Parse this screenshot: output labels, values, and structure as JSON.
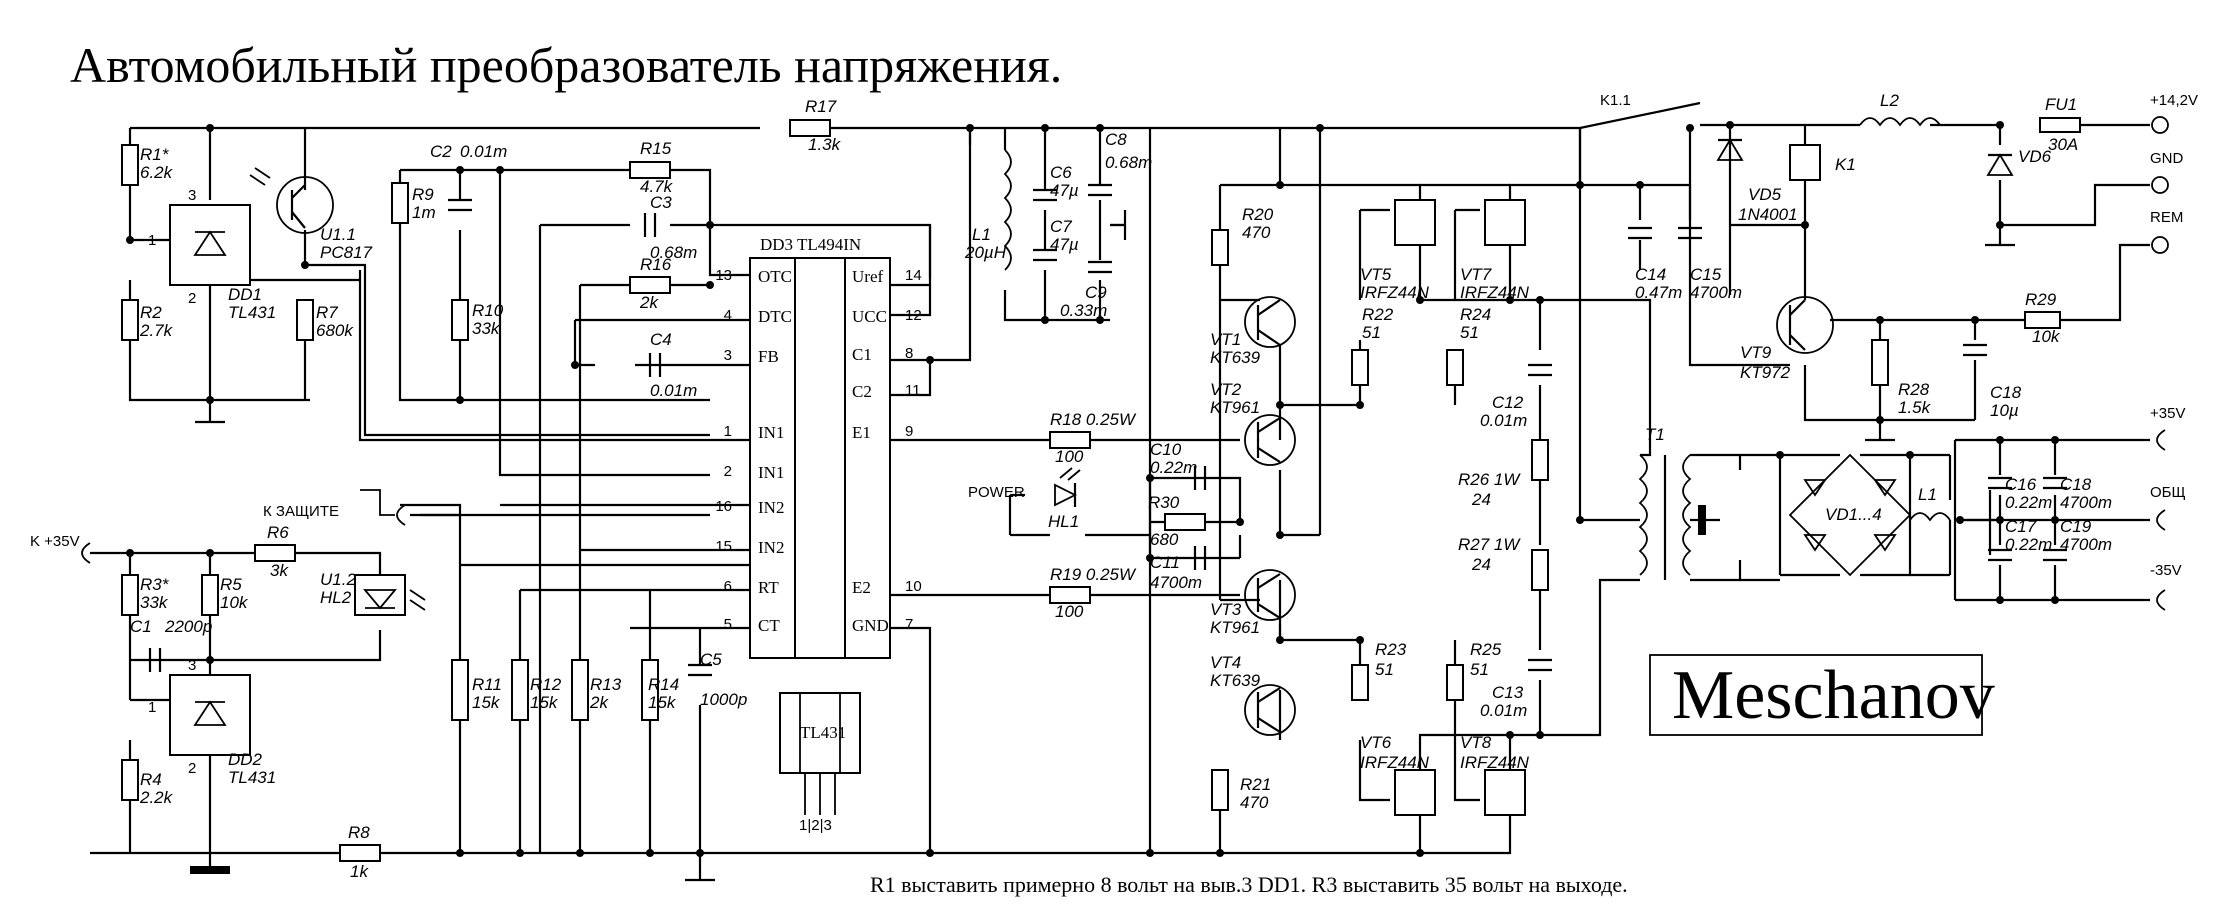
{
  "title": "Автомобильный преобразователь напряжения.",
  "signature": "Meschanov",
  "note": "R1 выставить примерно 8 вольт на выв.3 DD1.  R3 выставить 35 вольт на выходе.",
  "terminals": {
    "p14": "+14,2V",
    "gnd": "GND",
    "rem": "REM",
    "p35": "+35V",
    "obsh": "ОБЩ",
    "m35": "-35V",
    "k35": "K +35V",
    "prot": "К ЗАЩИТЕ",
    "power": "POWER",
    "k11": "K1.1"
  },
  "ic": {
    "name": "DD3  TL494IN",
    "left_pins": [
      {
        "num": "13",
        "name": "OTC"
      },
      {
        "num": "4",
        "name": "DTC"
      },
      {
        "num": "3",
        "name": "FB"
      },
      {
        "num": "1",
        "name": "IN1"
      },
      {
        "num": "2",
        "name": "IN1"
      },
      {
        "num": "16",
        "name": "IN2"
      },
      {
        "num": "15",
        "name": "IN2"
      },
      {
        "num": "6",
        "name": "RT"
      },
      {
        "num": "5",
        "name": "CT"
      }
    ],
    "right_pins": [
      {
        "num": "14",
        "name": "Uref"
      },
      {
        "num": "12",
        "name": "UCC"
      },
      {
        "num": "8",
        "name": "C1"
      },
      {
        "num": "11",
        "name": "C2"
      },
      {
        "num": "9",
        "name": "E1"
      },
      {
        "num": "10",
        "name": "E2"
      },
      {
        "num": "7",
        "name": "GND"
      }
    ]
  },
  "tl431_pkg": {
    "label": "TL431",
    "pins": "1|2|3"
  },
  "dd1": {
    "ref": "DD1",
    "part": "TL431",
    "pins": [
      "3",
      "1",
      "2"
    ]
  },
  "dd2": {
    "ref": "DD2",
    "part": "TL431",
    "pins": [
      "3",
      "1",
      "2"
    ]
  },
  "components": {
    "R1": [
      "R1*",
      "6.2k"
    ],
    "R2": [
      "R2",
      "2.7k"
    ],
    "R7": [
      "R7",
      "680k"
    ],
    "U11": [
      "U1.1",
      "PC817"
    ],
    "R9": [
      "R9",
      "1m"
    ],
    "C2": [
      "C2",
      "0.01m"
    ],
    "R10": [
      "R10",
      "33k"
    ],
    "R15": [
      "R15",
      "4.7k"
    ],
    "C3": [
      "C3",
      "0.68m"
    ],
    "R16": [
      "R16",
      "2k"
    ],
    "C4": [
      "C4",
      "0.01m"
    ],
    "R17": [
      "R17",
      "1.3k"
    ],
    "L1a": [
      "L1",
      "20µH"
    ],
    "C6": [
      "C6",
      "47µ"
    ],
    "C7": [
      "C7",
      "47µ"
    ],
    "C8": [
      "C8",
      "0.68m"
    ],
    "C9": [
      "C9",
      "0.33m"
    ],
    "R3": [
      "R3*",
      "33k"
    ],
    "R5": [
      "R5",
      "10k"
    ],
    "R6": [
      "R6",
      "3k"
    ],
    "U12": [
      "U1.2",
      "HL2"
    ],
    "C1": [
      "C1",
      "2200p"
    ],
    "R4": [
      "R4",
      "2.2k"
    ],
    "R8": [
      "R8",
      "1k"
    ],
    "R11": [
      "R11",
      "15k"
    ],
    "R12": [
      "R12",
      "15k"
    ],
    "R13": [
      "R13",
      "2k"
    ],
    "R14": [
      "R14",
      "15k"
    ],
    "C5": [
      "C5",
      "1000p"
    ],
    "R18": [
      "R18  0.25W",
      "100"
    ],
    "R19": [
      "R19  0.25W",
      "100"
    ],
    "C10": [
      "C10",
      "0.22m"
    ],
    "R30": [
      "R30",
      "680"
    ],
    "C11": [
      "C11",
      "4700m"
    ],
    "HL1": [
      "HL1",
      ""
    ],
    "R20": [
      "R20",
      "470"
    ],
    "VT1": [
      "VT1",
      "KT639"
    ],
    "VT2": [
      "VT2",
      "KT961"
    ],
    "VT3": [
      "VT3",
      "KT961"
    ],
    "VT4": [
      "VT4",
      "KT639"
    ],
    "R21": [
      "R21",
      "470"
    ],
    "VT5": [
      "VT5",
      "IRFZ44N"
    ],
    "VT7": [
      "VT7",
      "IRFZ44N"
    ],
    "R22": [
      "R22",
      "51"
    ],
    "R24": [
      "R24",
      "51"
    ],
    "VT6": [
      "VT6",
      "IRFZ44N"
    ],
    "VT8": [
      "VT8",
      "IRFZ44N"
    ],
    "R23": [
      "R23",
      "51"
    ],
    "R25": [
      "R25",
      "51"
    ],
    "C12": [
      "C12",
      "0.01m"
    ],
    "R26": [
      "R26 1W",
      "24"
    ],
    "R27": [
      "R27 1W",
      "24"
    ],
    "C13": [
      "C13",
      "0.01m"
    ],
    "C14": [
      "C14",
      "0.47m"
    ],
    "C15": [
      "C15",
      "4700m"
    ],
    "VD5": [
      "VD5",
      "1N4001"
    ],
    "K1": [
      "K1",
      ""
    ],
    "L2": [
      "L2",
      ""
    ],
    "VD6": [
      "VD6",
      ""
    ],
    "FU1": [
      "FU1",
      "30A"
    ],
    "VT9": [
      "VT9",
      "KT972"
    ],
    "R28": [
      "R28",
      "1.5k"
    ],
    "R29": [
      "R29",
      "10k"
    ],
    "C18a": [
      "C18",
      "10µ"
    ],
    "T1": [
      "T1",
      ""
    ],
    "VD14": [
      "VD1...4",
      ""
    ],
    "L1b": [
      "L1",
      ""
    ],
    "C16": [
      "C16",
      "0.22m"
    ],
    "C17": [
      "C17",
      "0.22m"
    ],
    "C18b": [
      "C18",
      "4700m"
    ],
    "C19": [
      "C19",
      "4700m"
    ]
  }
}
